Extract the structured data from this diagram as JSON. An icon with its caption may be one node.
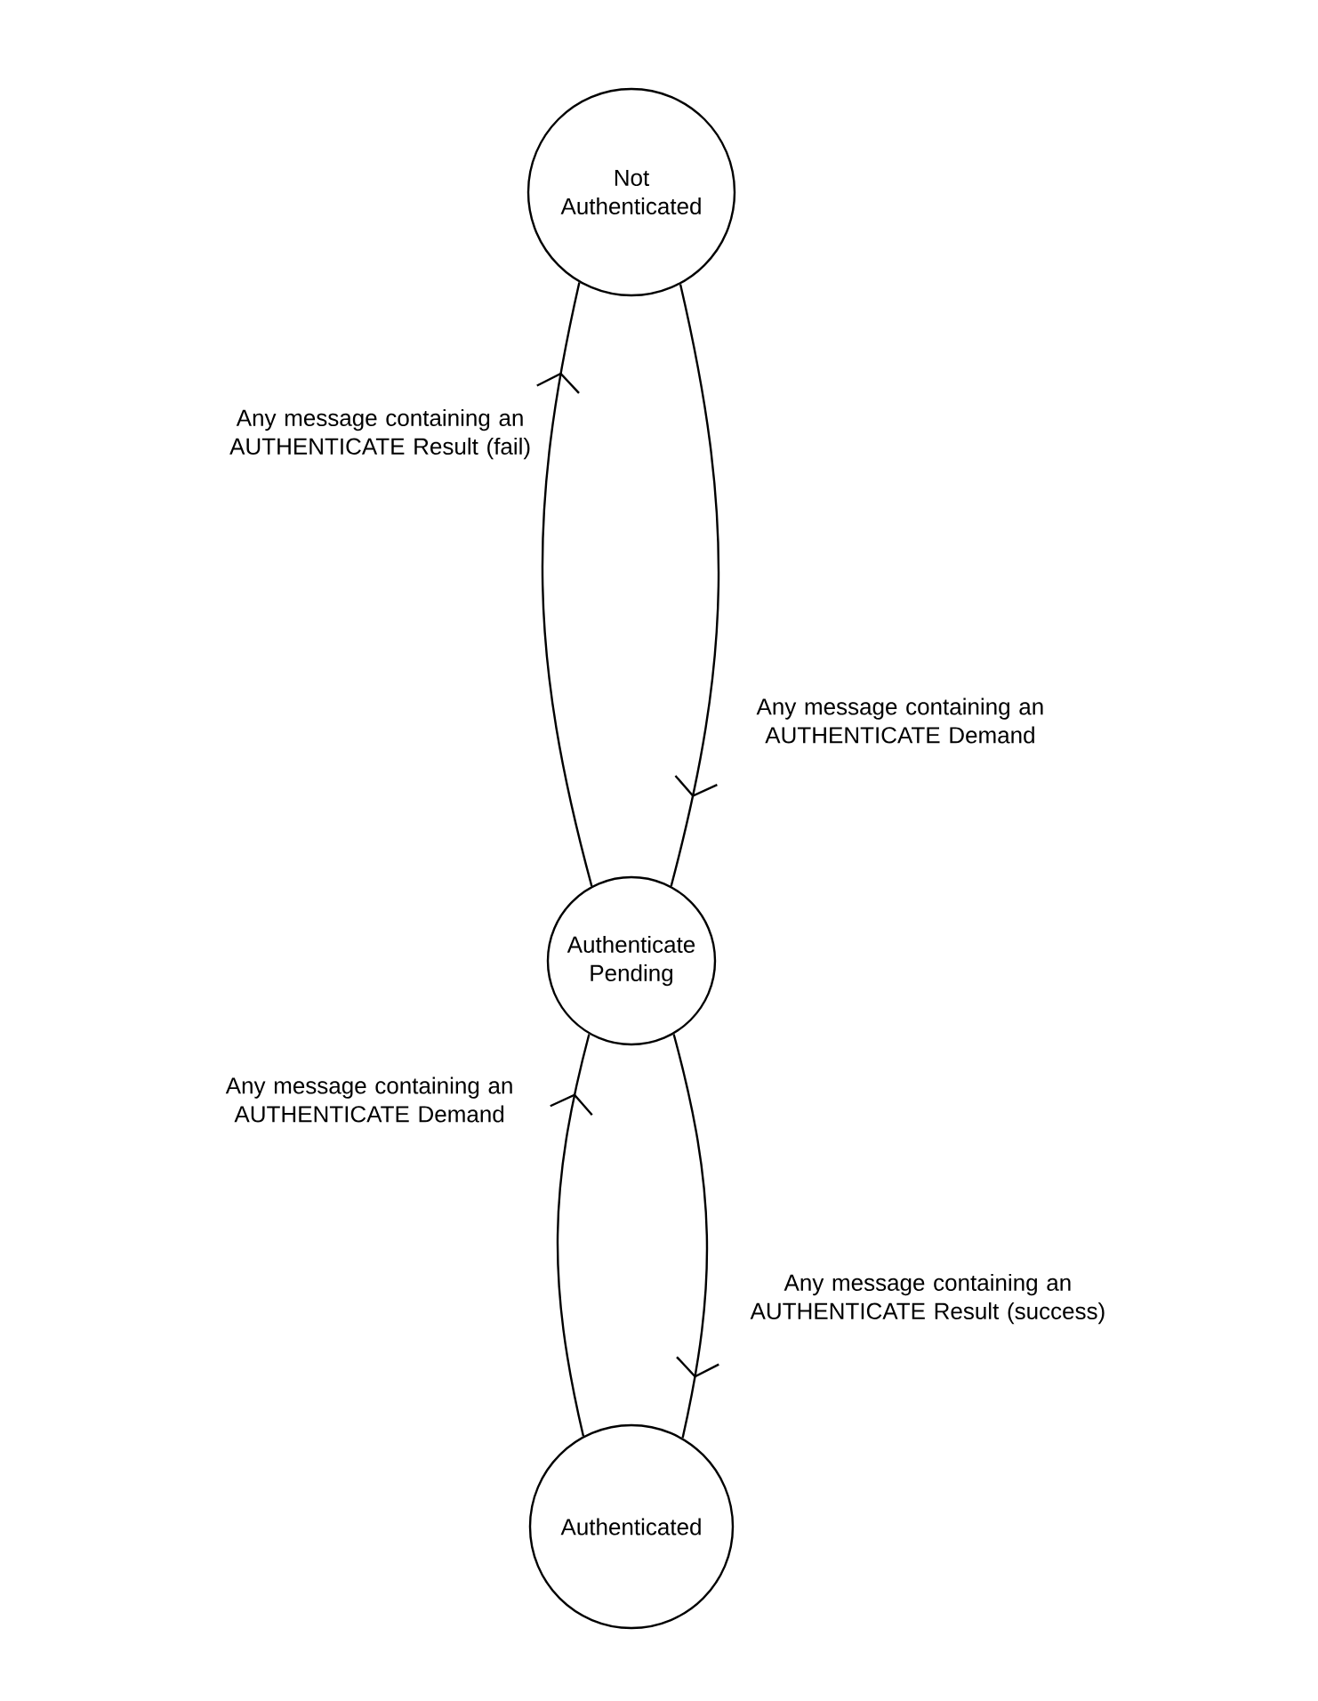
{
  "diagram": {
    "nodes": [
      {
        "text": [
          "Not Authenticated"
        ]
      },
      {
        "text": [
          "Authenticate Pending"
        ]
      },
      {
        "text": [
          "Authenticated"
        ]
      }
    ],
    "edges": [
      {
        "from": 1,
        "to": 0,
        "arrow": "to",
        "label": "Any message containing an AUTHENTICATE Result (fail)"
      },
      {
        "from": 0,
        "to": 1,
        "arrow": "to",
        "label": "Any message containing an AUTHENTICATE Demand"
      },
      {
        "from": 2,
        "to": 1,
        "arrow": "to",
        "label": "Any message containing an AUTHENTICATE Demand"
      },
      {
        "from": 1,
        "to": 2,
        "arrow": "to",
        "label": "Any message containing an AUTHENTICATE Result (success)"
      }
    ]
  }
}
